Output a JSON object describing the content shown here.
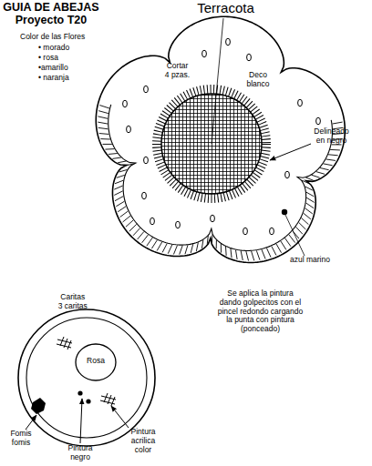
{
  "diagram": {
    "title": "GUIA DE ABEJAS Proyecto T20",
    "nodes": [
      {
        "text": [
          "Cortar 4 pzas.",
          "Deco blanco"
        ]
      },
      {
        "text": [
          "Caritas 3 caritas"
        ]
      },
      {
        "text": [
          "Rosa"
        ],
        "in": 1
      }
    ],
    "labels": [
      "Terracota",
      "Color de las Flores",
      "• morado",
      "• rosa",
      "•amarillo",
      "• naranja",
      "Delineado en negro",
      "azul marino",
      "Se aplica la pintura dando golpecitos con el pincel redondo cargando la punta con pintura (ponceado)",
      "Fomis fomis",
      "Pintura negro",
      "Pintura acrilica color"
    ]
  }
}
